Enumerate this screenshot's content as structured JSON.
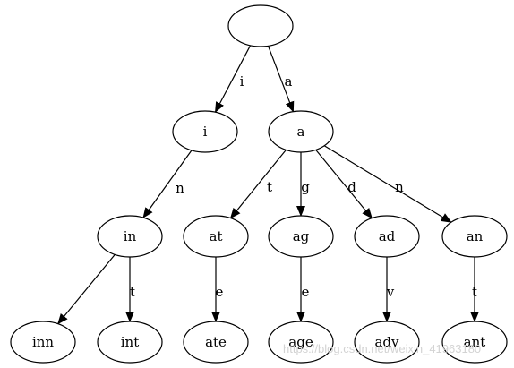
{
  "nodes": [
    {
      "id": "root",
      "label": ""
    },
    {
      "id": "i",
      "label": "i"
    },
    {
      "id": "a",
      "label": "a"
    },
    {
      "id": "in",
      "label": "in"
    },
    {
      "id": "at",
      "label": "at"
    },
    {
      "id": "ag",
      "label": "ag"
    },
    {
      "id": "ad",
      "label": "ad"
    },
    {
      "id": "an",
      "label": "an"
    },
    {
      "id": "inn",
      "label": "inn"
    },
    {
      "id": "int",
      "label": "int"
    },
    {
      "id": "ate",
      "label": "ate"
    },
    {
      "id": "age",
      "label": "age"
    },
    {
      "id": "adv",
      "label": "adv"
    },
    {
      "id": "ant",
      "label": "ant"
    }
  ],
  "edges": [
    {
      "from": "root",
      "to": "i",
      "label": "i"
    },
    {
      "from": "root",
      "to": "a",
      "label": "a"
    },
    {
      "from": "i",
      "to": "in",
      "label": "n"
    },
    {
      "from": "a",
      "to": "at",
      "label": "t"
    },
    {
      "from": "a",
      "to": "ag",
      "label": "g"
    },
    {
      "from": "a",
      "to": "ad",
      "label": "d"
    },
    {
      "from": "a",
      "to": "an",
      "label": "n"
    },
    {
      "from": "in",
      "to": "inn",
      "label": ""
    },
    {
      "from": "in",
      "to": "int",
      "label": "t"
    },
    {
      "from": "at",
      "to": "ate",
      "label": "e"
    },
    {
      "from": "ag",
      "to": "age",
      "label": "e"
    },
    {
      "from": "ad",
      "to": "adv",
      "label": "v"
    },
    {
      "from": "an",
      "to": "ant",
      "label": "t"
    }
  ],
  "watermark": "https://blog.csdn.net/weixin_41963180"
}
